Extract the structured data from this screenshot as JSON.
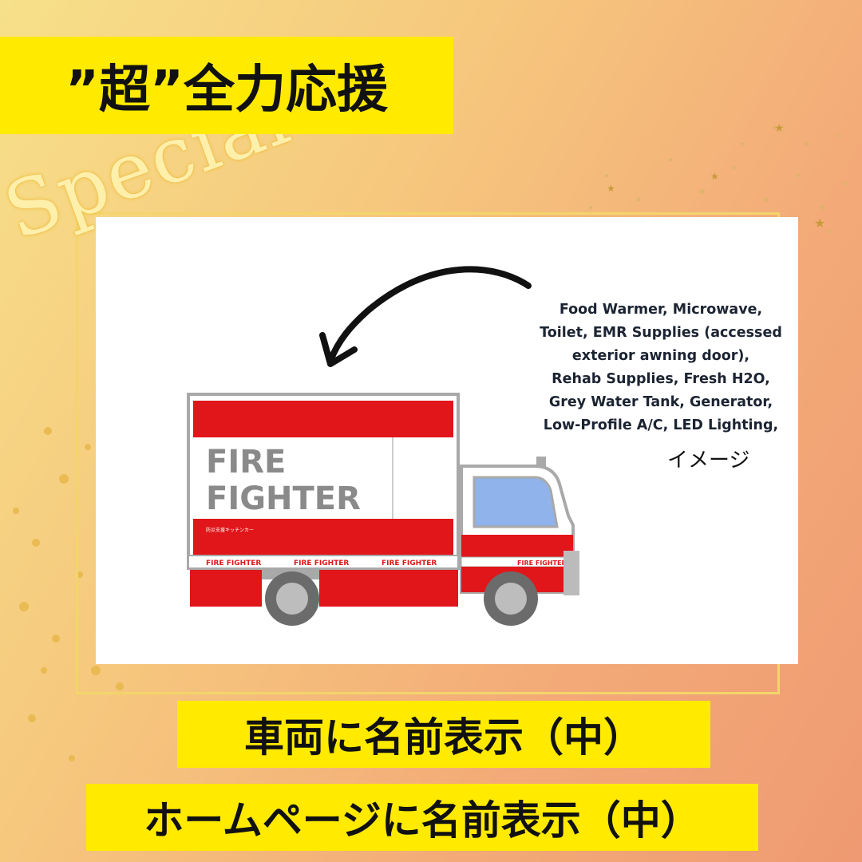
{
  "header": {
    "title": "”超”全力応援"
  },
  "decor": {
    "script_word": "Special"
  },
  "equipment": {
    "lines": [
      "Food Warmer, Microwave,",
      "Toilet, EMR Supplies (accessed",
      "exterior awning door),",
      "Rehab Supplies, Fresh H2O,",
      "Grey Water Tank, Generator,",
      "Low-Profile A/C, LED Lighting,"
    ],
    "image_note": "イメージ"
  },
  "truck": {
    "side_text_line1": "FIRE",
    "side_text_line2": "FIGHTER",
    "small_caption": "防災支援キッチンカー",
    "stripe_text": "FIRE FIGHTER",
    "colors": {
      "red": "#e0161a",
      "white": "#ffffff",
      "gray": "#a9a9a9",
      "window": "#8fb3ea",
      "text_gray": "#8a8a8a"
    }
  },
  "benefits": {
    "line1": "車両に名前表示（中）",
    "line2": "ホームページに名前表示（中）"
  },
  "colors": {
    "label_yellow": "#ffea00",
    "gold": "#f3d56b"
  }
}
